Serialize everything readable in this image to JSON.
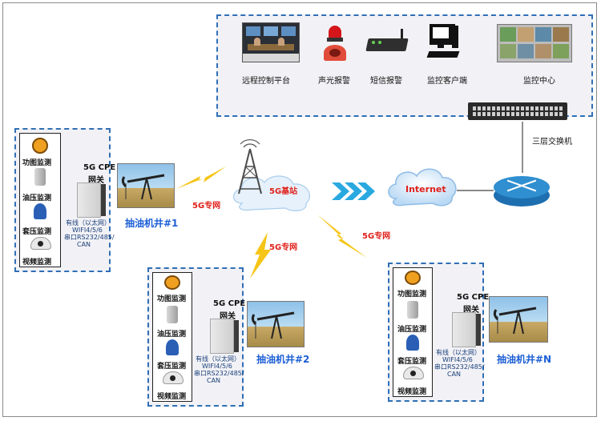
{
  "monitoring": {
    "items": [
      {
        "label": "远程控制平台",
        "icon": "control-room-icon"
      },
      {
        "label": "声光报警",
        "icon": "siren-icon"
      },
      {
        "label": "短信报警",
        "icon": "sms-modem-icon"
      },
      {
        "label": "监控客户端",
        "icon": "desktop-pc-icon"
      },
      {
        "label": "监控中心",
        "icon": "video-wall-icon"
      }
    ],
    "switch_label": "三层交换机"
  },
  "network": {
    "base_station_label": "5G基站",
    "internet_label": "Internet",
    "link_label": "5G专网"
  },
  "wells": [
    {
      "sensors": [
        "功图监测",
        "油压监测",
        "套压监测",
        "视频监测"
      ],
      "cpe_title": "5G CPE",
      "cpe_subtitle": "网关",
      "cpe_specs": [
        "有线（以太网）",
        "WIFI4/5/6",
        "串口RS232/485/",
        "CAN"
      ],
      "well_label": "抽油机井#1"
    },
    {
      "sensors": [
        "功图监测",
        "油压监测",
        "套压监测",
        "视频监测"
      ],
      "cpe_title": "5G CPE",
      "cpe_subtitle": "网关",
      "cpe_specs": [
        "有线（以太网）",
        "WIFI4/5/6",
        "串口RS232/485/",
        "CAN"
      ],
      "well_label": "抽油机井#2"
    },
    {
      "sensors": [
        "功图监测",
        "油压监测",
        "套压监测",
        "视频监测"
      ],
      "cpe_title": "5G CPE",
      "cpe_subtitle": "网关",
      "cpe_specs": [
        "有线（以太网）",
        "WIFI4/5/6",
        "串口RS232/485/",
        "CAN"
      ],
      "well_label": "抽油机井#N"
    }
  ],
  "colors": {
    "dash_border": "#2f6fb5",
    "link_red": "#e0201b",
    "well_label_blue": "#1d5fd6",
    "lightning_yellow": "#f5c518",
    "arrow_cyan": "#29a9e0"
  }
}
